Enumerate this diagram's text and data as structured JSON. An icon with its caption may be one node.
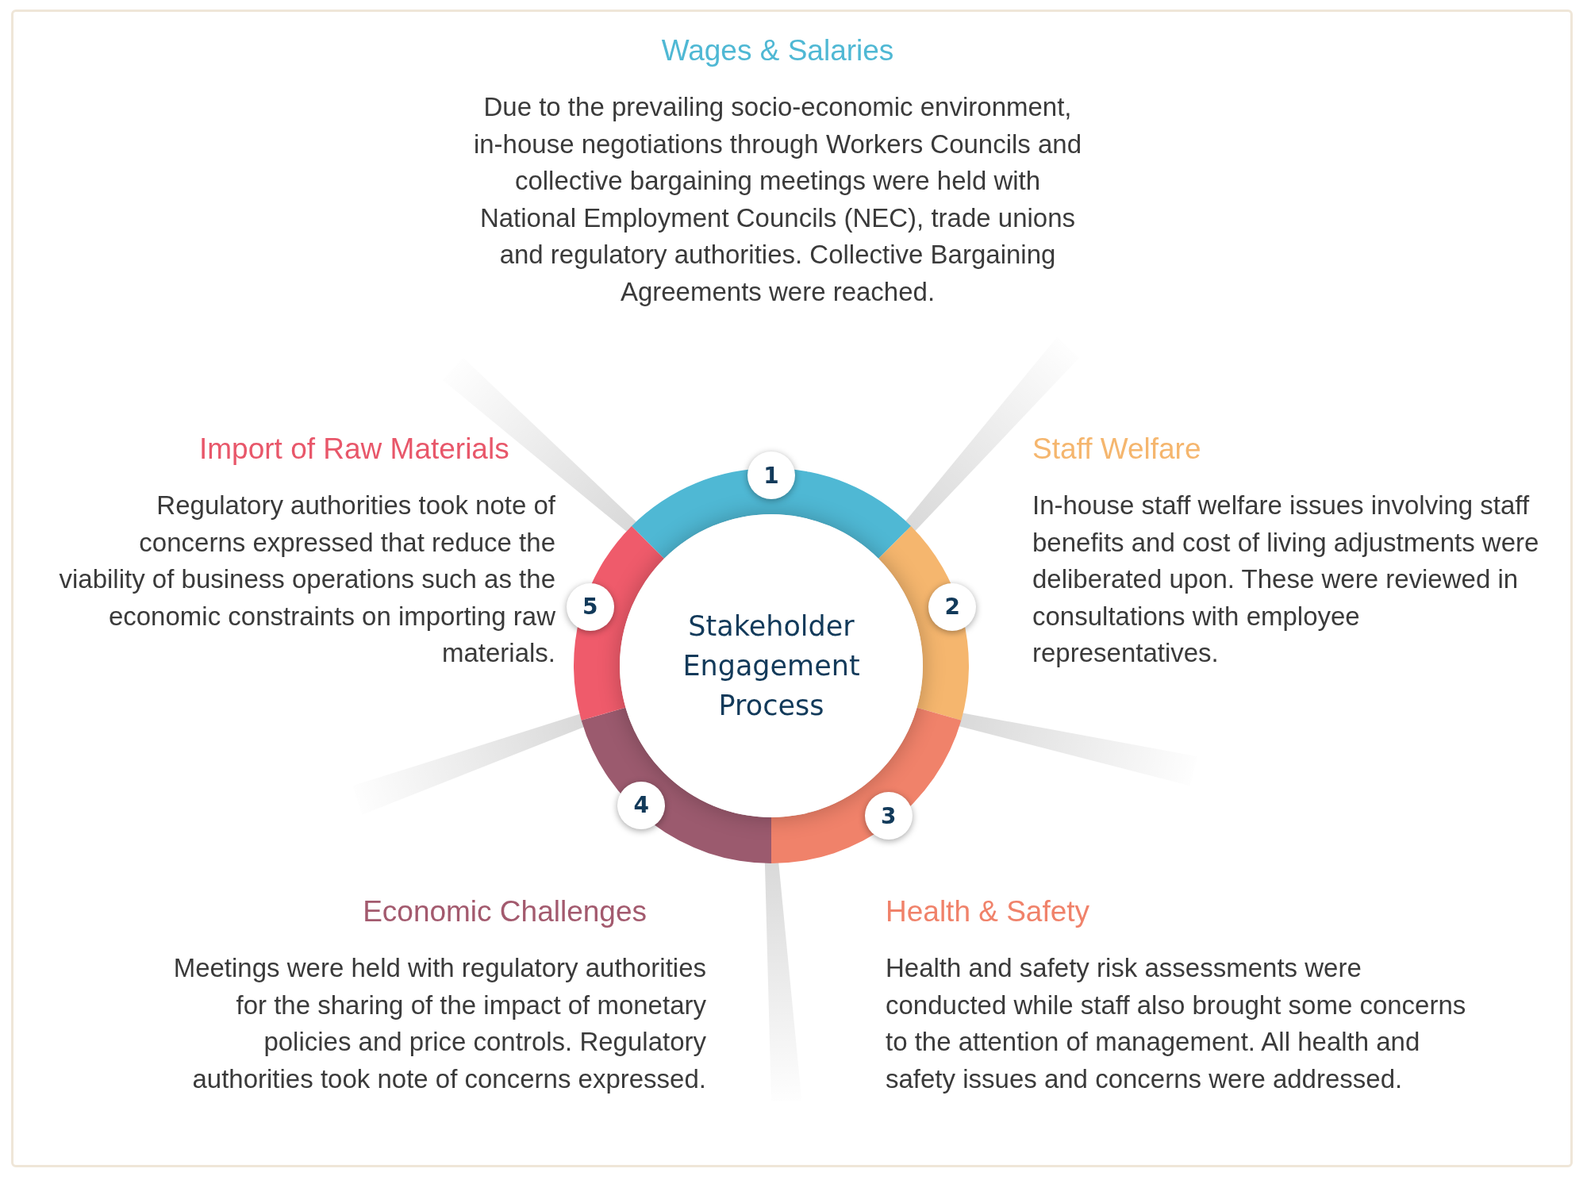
{
  "diagram": {
    "nodes": [
      {
        "text": [
          "Stakeholder Engagement Process"
        ]
      },
      {
        "text": [
          "1"
        ]
      },
      {
        "text": [
          "2"
        ]
      },
      {
        "text": [
          "3"
        ]
      },
      {
        "text": [
          "4"
        ]
      },
      {
        "text": [
          "5"
        ]
      },
      {
        "text": [
          "Wages & Salaries",
          "Due to the prevailing socio-economic environment, in-house negotiations through Workers Councils and collective bargaining meetings were held with National Employment Councils (NEC), trade unions and regulatory authorities. Collective Bargaining Agreements were reached."
        ]
      },
      {
        "text": [
          "Staff Welfare",
          "In-house staff welfare issues involving staff benefits and cost of living adjustments were deliberated upon. These were reviewed in consultations with employee representatives."
        ]
      },
      {
        "text": [
          "Health & Safety",
          "Health and safety risk assessments were conducted while staff also brought some concerns to the attention of management. All health and safety issues and concerns were addressed."
        ]
      },
      {
        "text": [
          "Economic Challenges",
          "Meetings were held with regulatory authorities for the sharing of the impact of monetary policies and price controls. Regulatory authorities took note of concerns expressed."
        ]
      },
      {
        "text": [
          "Import of Raw Materials",
          "Regulatory authorities took note of concerns expressed that reduce the viability of business operations such as the economic constraints on importing raw materials."
        ]
      }
    ]
  }
}
